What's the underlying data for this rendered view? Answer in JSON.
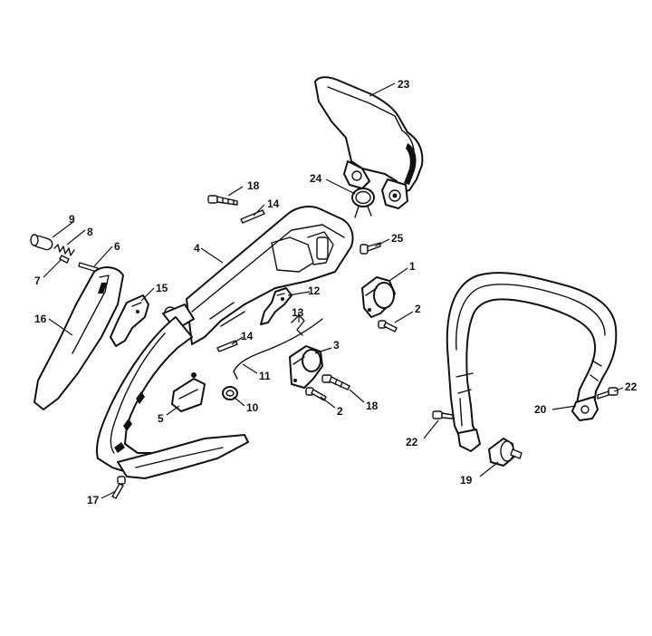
{
  "callouts": {
    "c1": "1",
    "c2a": "2",
    "c2b": "2",
    "c3": "3",
    "c4": "4",
    "c5": "5",
    "c6": "6",
    "c7": "7",
    "c8": "8",
    "c9": "9",
    "c10": "10",
    "c11": "11",
    "c12": "12",
    "c13": "13",
    "c14a": "14",
    "c14b": "14",
    "c15": "15",
    "c16": "16",
    "c17": "17",
    "c18a": "18",
    "c18b": "18",
    "c19": "19",
    "c20": "20",
    "c22a": "22",
    "c22b": "22",
    "c23": "23",
    "c24": "24",
    "c25": "25"
  }
}
